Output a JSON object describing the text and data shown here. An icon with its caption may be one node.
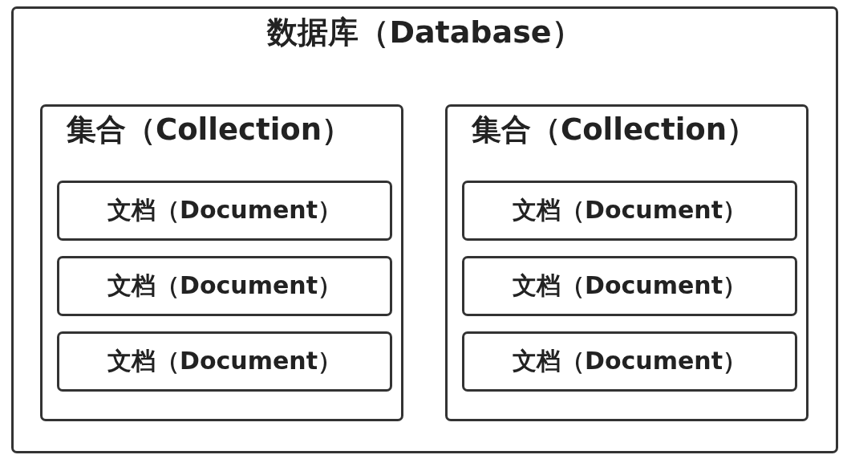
{
  "diagram": {
    "nodes": [
      {
        "text": [
          "数据库（Database）"
        ]
      },
      {
        "text": [
          "集合（Collection）"
        ],
        "in": 0
      },
      {
        "text": [
          "文档（Document）"
        ],
        "in": 1
      },
      {
        "text": [
          "文档（Document）"
        ],
        "in": 1
      },
      {
        "text": [
          "文档（Document）"
        ],
        "in": 1
      },
      {
        "text": [
          "集合（Collection）"
        ],
        "in": 0
      },
      {
        "text": [
          "文档（Document）"
        ],
        "in": 5
      },
      {
        "text": [
          "文档（Document）"
        ],
        "in": 5
      },
      {
        "text": [
          "文档（Document）"
        ],
        "in": 5
      }
    ]
  }
}
